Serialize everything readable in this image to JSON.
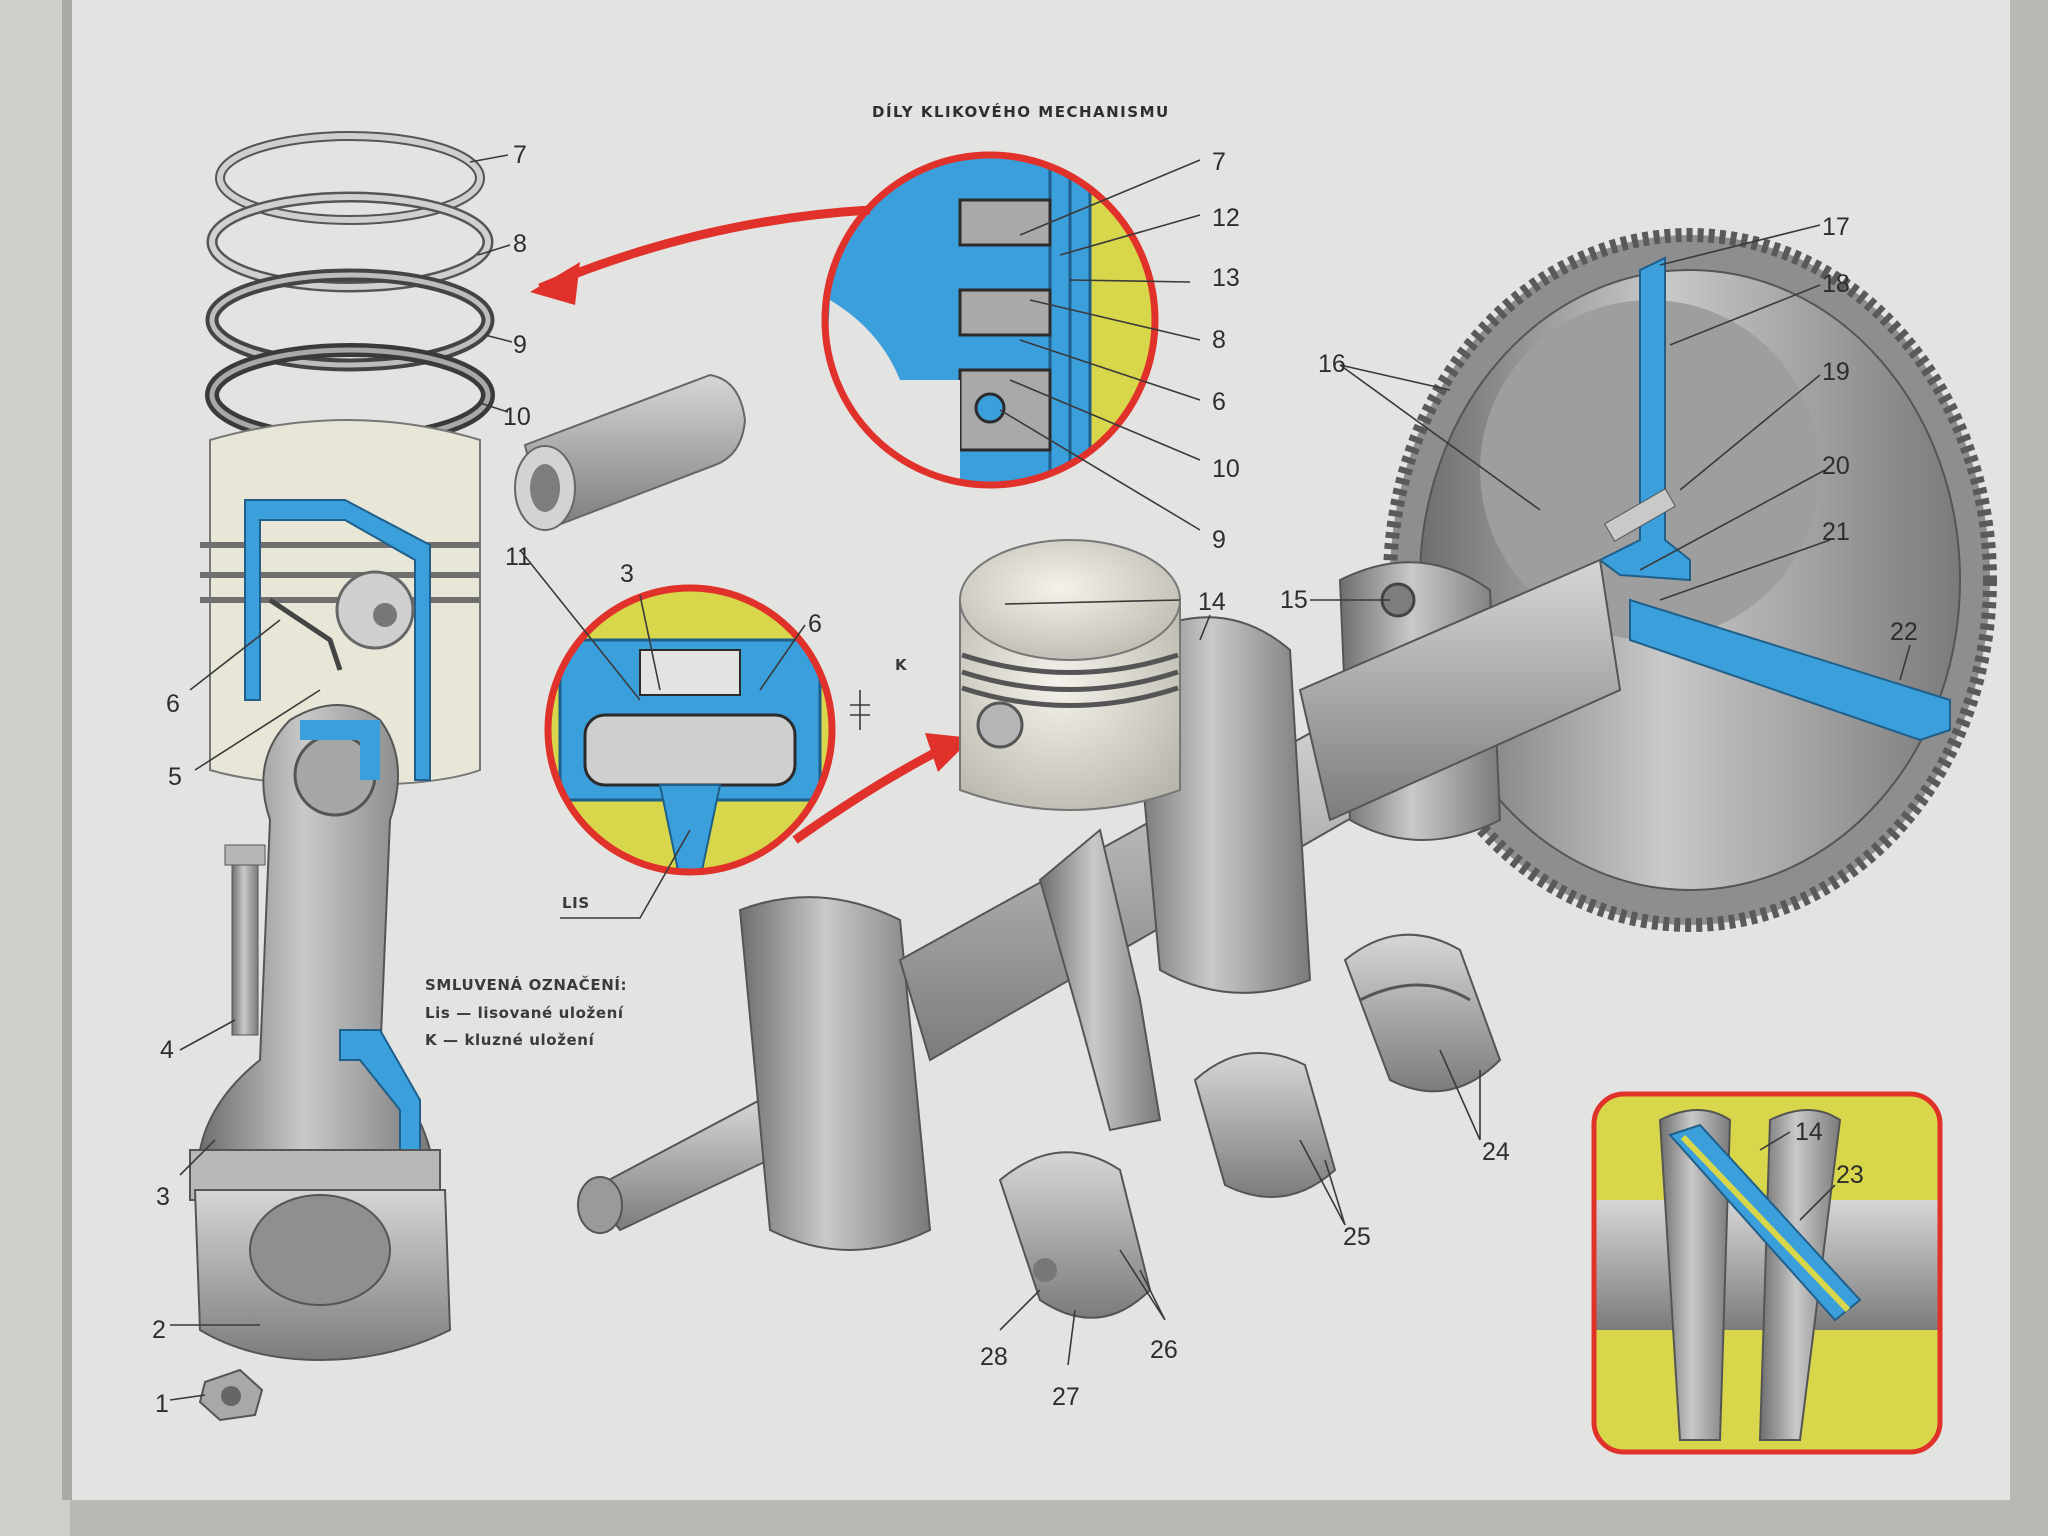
{
  "title": "DÍLY KLIKOVÉHO MECHANISMU",
  "legend": {
    "heading": "SMLUVENÁ OZNAČENÍ:",
    "line1": "Lis — lisované uložení",
    "line2": "K — kluzné uložení"
  },
  "detail_labels": {
    "press_fit": "LIS",
    "clearance": "K"
  },
  "labels": [
    {
      "id": "l1",
      "text": "1"
    },
    {
      "id": "l2",
      "text": "2"
    },
    {
      "id": "l3a",
      "text": "3"
    },
    {
      "id": "l3b",
      "text": "3"
    },
    {
      "id": "l4",
      "text": "4"
    },
    {
      "id": "l5",
      "text": "5"
    },
    {
      "id": "l6a",
      "text": "6"
    },
    {
      "id": "l6b",
      "text": "6"
    },
    {
      "id": "l6c",
      "text": "6"
    },
    {
      "id": "l7a",
      "text": "7"
    },
    {
      "id": "l7b",
      "text": "7"
    },
    {
      "id": "l8a",
      "text": "8"
    },
    {
      "id": "l8b",
      "text": "8"
    },
    {
      "id": "l9a",
      "text": "9"
    },
    {
      "id": "l9b",
      "text": "9"
    },
    {
      "id": "l10a",
      "text": "10"
    },
    {
      "id": "l10b",
      "text": "10"
    },
    {
      "id": "l11",
      "text": "11"
    },
    {
      "id": "l12",
      "text": "12"
    },
    {
      "id": "l13",
      "text": "13"
    },
    {
      "id": "l14a",
      "text": "14"
    },
    {
      "id": "l14b",
      "text": "14"
    },
    {
      "id": "l15",
      "text": "15"
    },
    {
      "id": "l16",
      "text": "16"
    },
    {
      "id": "l17",
      "text": "17"
    },
    {
      "id": "l18",
      "text": "18"
    },
    {
      "id": "l19",
      "text": "19"
    },
    {
      "id": "l20",
      "text": "20"
    },
    {
      "id": "l21",
      "text": "21"
    },
    {
      "id": "l22",
      "text": "22"
    },
    {
      "id": "l23",
      "text": "23"
    },
    {
      "id": "l24",
      "text": "24"
    },
    {
      "id": "l25",
      "text": "25"
    },
    {
      "id": "l26",
      "text": "26"
    },
    {
      "id": "l27",
      "text": "27"
    },
    {
      "id": "l28",
      "text": "28"
    }
  ],
  "colors": {
    "page": "#e3e3e1",
    "background_surface": "#b9b8b3",
    "section_blue": "#3a9fdb",
    "highlight_yellow": "#d8d64a",
    "frame_red": "#e0322b",
    "metal_gray": "#9c9c9c",
    "ink": "#2e2e2e"
  }
}
